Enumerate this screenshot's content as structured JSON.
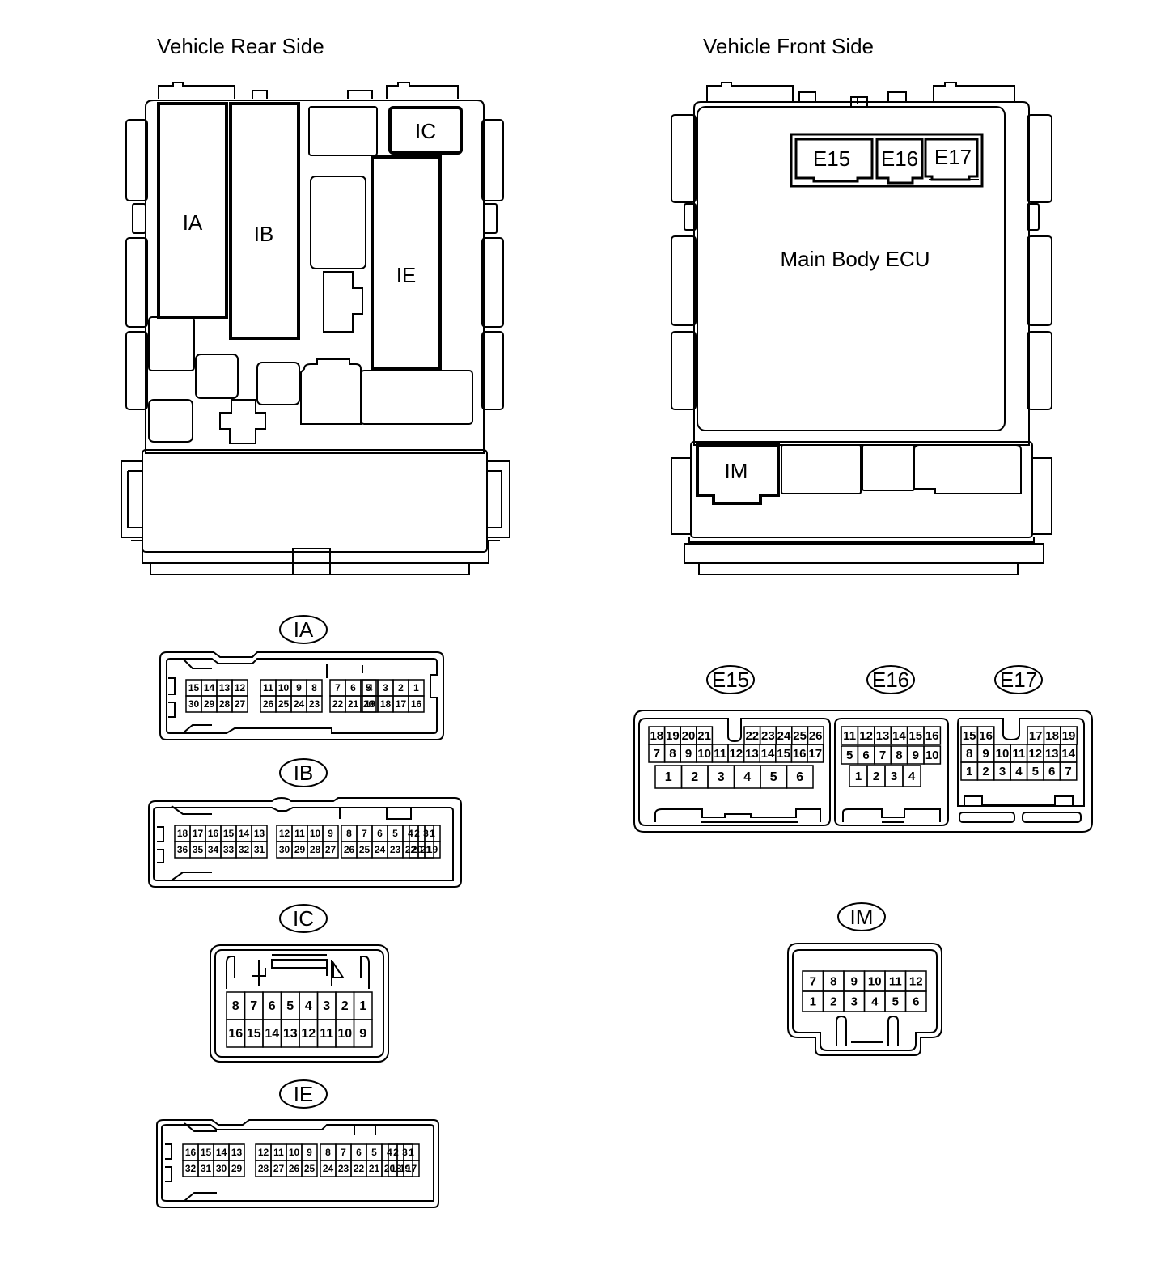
{
  "labels": {
    "rear": "Vehicle Rear Side",
    "front": "Vehicle Front Side",
    "ecu": "Main Body ECU"
  },
  "blocks": {
    "ia": "IA",
    "ib": "IB",
    "ic": "IC",
    "ie": "IE",
    "e15": "E15",
    "e16": "E16",
    "e17": "E17",
    "im": "IM"
  },
  "connectors": [
    {
      "id": "IA",
      "groups": [
        {
          "top": [
            "15",
            "14",
            "13",
            "12"
          ],
          "bottom": [
            "30",
            "29",
            "28",
            "27"
          ]
        },
        {
          "top": [
            "11",
            "10",
            "9",
            "8"
          ],
          "bottom": [
            "26",
            "25",
            "24",
            "23"
          ]
        },
        {
          "top": [
            "7",
            "6",
            "5"
          ],
          "bottom": [
            "22",
            "21",
            "20"
          ]
        },
        {
          "top": [
            "4",
            "3",
            "2",
            "1"
          ],
          "bottom": [
            "19",
            "18",
            "17",
            "16"
          ]
        }
      ]
    },
    {
      "id": "IB",
      "groups": [
        {
          "top": [
            "18",
            "17",
            "16",
            "15",
            "14",
            "13"
          ],
          "bottom": [
            "36",
            "35",
            "34",
            "33",
            "32",
            "31"
          ]
        },
        {
          "top": [
            "12",
            "11",
            "10",
            "9"
          ],
          "bottom": [
            "30",
            "29",
            "28",
            "27"
          ]
        },
        {
          "top": [
            "8",
            "7",
            "6",
            "5",
            "4",
            "3"
          ],
          "bottom": [
            "26",
            "25",
            "24",
            "23",
            "22",
            "21"
          ]
        },
        {
          "top": [
            "2",
            "1"
          ],
          "bottom": [
            "20",
            "19"
          ]
        }
      ]
    },
    {
      "id": "IC",
      "rows": [
        [
          "8",
          "7",
          "6",
          "5",
          "4",
          "3",
          "2",
          "1"
        ],
        [
          "16",
          "15",
          "14",
          "13",
          "12",
          "11",
          "10",
          "9"
        ]
      ]
    },
    {
      "id": "IE",
      "groups": [
        {
          "top": [
            "16",
            "15",
            "14",
            "13"
          ],
          "bottom": [
            "32",
            "31",
            "30",
            "29"
          ]
        },
        {
          "top": [
            "12",
            "11",
            "10",
            "9"
          ],
          "bottom": [
            "28",
            "27",
            "26",
            "25"
          ]
        },
        {
          "top": [
            "8",
            "7",
            "6",
            "5",
            "4",
            "3"
          ],
          "bottom": [
            "24",
            "23",
            "22",
            "21",
            "20",
            "19"
          ]
        },
        {
          "top": [
            "2",
            "1"
          ],
          "bottom": [
            "18",
            "17"
          ]
        }
      ]
    },
    {
      "id": "E15",
      "row1_left": [
        "18",
        "19",
        "20",
        "21"
      ],
      "row1_right": [
        "22",
        "23",
        "24",
        "25",
        "26"
      ],
      "row2": [
        "7",
        "8",
        "9",
        "10",
        "11",
        "12",
        "13",
        "14",
        "15",
        "16",
        "17"
      ],
      "row3": [
        "1",
        "2",
        "3",
        "4",
        "5",
        "6"
      ]
    },
    {
      "id": "E16",
      "row1": [
        "11",
        "12",
        "13",
        "14",
        "15",
        "16"
      ],
      "row2": [
        "5",
        "6",
        "7",
        "8",
        "9",
        "10"
      ],
      "row3": [
        "1",
        "2",
        "3",
        "4"
      ]
    },
    {
      "id": "E17",
      "row1_left": [
        "15",
        "16"
      ],
      "row1_right": [
        "17",
        "18",
        "19"
      ],
      "row2": [
        "8",
        "9",
        "10",
        "11",
        "12",
        "13",
        "14"
      ],
      "row3": [
        "1",
        "2",
        "3",
        "4",
        "5",
        "6",
        "7"
      ]
    },
    {
      "id": "IM",
      "rows": [
        [
          "7",
          "8",
          "9",
          "10",
          "11",
          "12"
        ],
        [
          "1",
          "2",
          "3",
          "4",
          "5",
          "6"
        ]
      ]
    }
  ]
}
